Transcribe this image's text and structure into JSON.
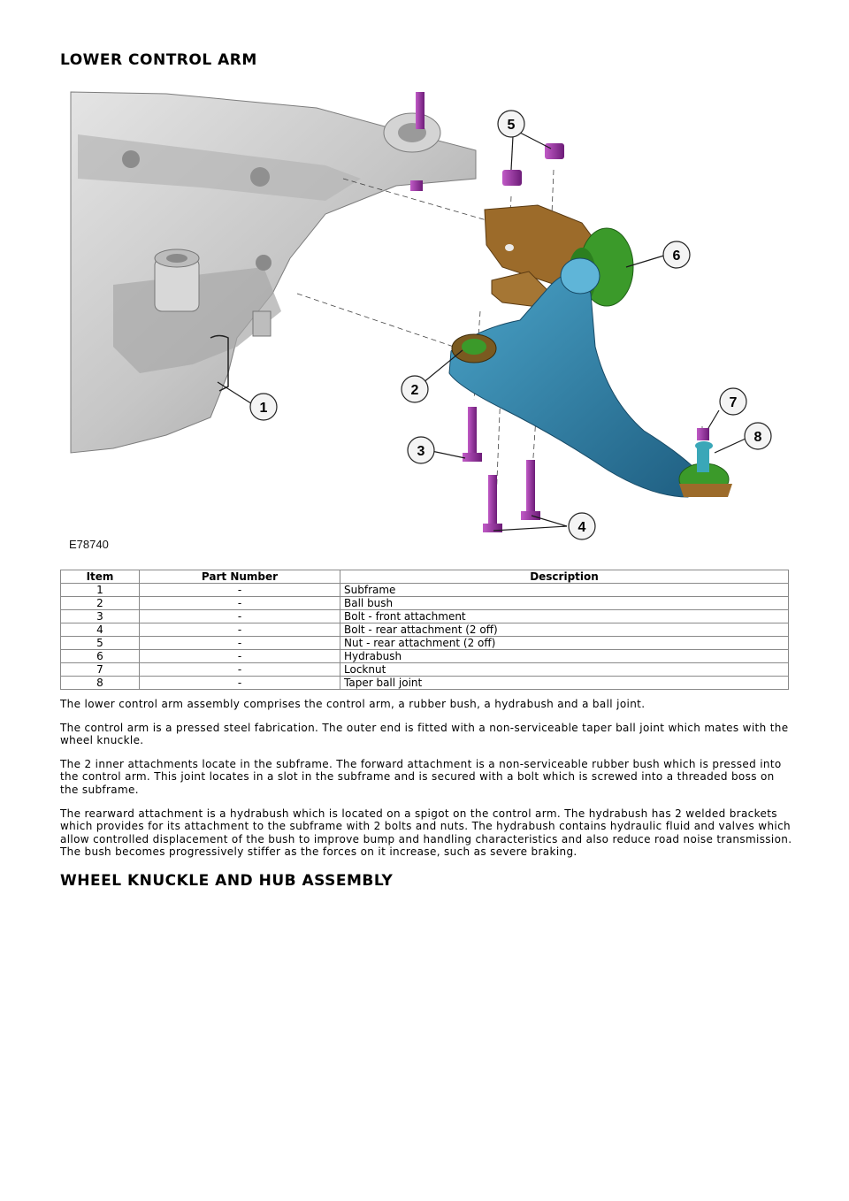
{
  "section_title": "LOWER CONTROL ARM",
  "figure": {
    "code": "E78740",
    "callouts": [
      "1",
      "2",
      "3",
      "4",
      "5",
      "6",
      "7",
      "8"
    ]
  },
  "table": {
    "headers": [
      "Item",
      "Part Number",
      "Description"
    ],
    "rows": [
      {
        "item": "1",
        "part": "-",
        "desc": "Subframe"
      },
      {
        "item": "2",
        "part": "-",
        "desc": "Ball bush"
      },
      {
        "item": "3",
        "part": "-",
        "desc": "Bolt - front attachment"
      },
      {
        "item": "4",
        "part": "-",
        "desc": "Bolt - rear attachment (2 off)"
      },
      {
        "item": "5",
        "part": "-",
        "desc": "Nut - rear attachment (2 off)"
      },
      {
        "item": "6",
        "part": "-",
        "desc": "Hydrabush"
      },
      {
        "item": "7",
        "part": "-",
        "desc": "Locknut"
      },
      {
        "item": "8",
        "part": "-",
        "desc": "Taper ball joint"
      }
    ]
  },
  "paragraphs": [
    "The lower control arm assembly comprises the control arm, a rubber bush, a hydrabush and a ball joint.",
    "The control arm is a pressed steel fabrication. The outer end is fitted with a non-serviceable taper ball joint which mates with the wheel knuckle.",
    "The 2 inner attachments locate in the subframe. The forward attachment is a non-serviceable rubber bush which is pressed into the control arm. This joint locates in a slot in the subframe and is secured with a bolt which is screwed into a threaded boss on the subframe.",
    "The rearward attachment is a hydrabush which is located on a spigot on the control arm. The hydrabush has 2 welded brackets which provides for its attachment to the subframe with 2 bolts and nuts. The hydrabush contains hydraulic fluid and valves which allow controlled displacement of the bush to improve bump and handling characteristics and also reduce road noise transmission. The bush becomes progressively stiffer as the forces on it increase, such as severe braking."
  ],
  "next_section_title": "WHEEL KNUCKLE AND HUB ASSEMBLY",
  "colors": {
    "subframe": "#c9c9c9",
    "control_arm": "#2d7fa6",
    "fasteners": "#9b2aa3",
    "hydrabush_bracket": "#9c6b2a",
    "hydrabush_rubber": "#3b9a2a"
  }
}
